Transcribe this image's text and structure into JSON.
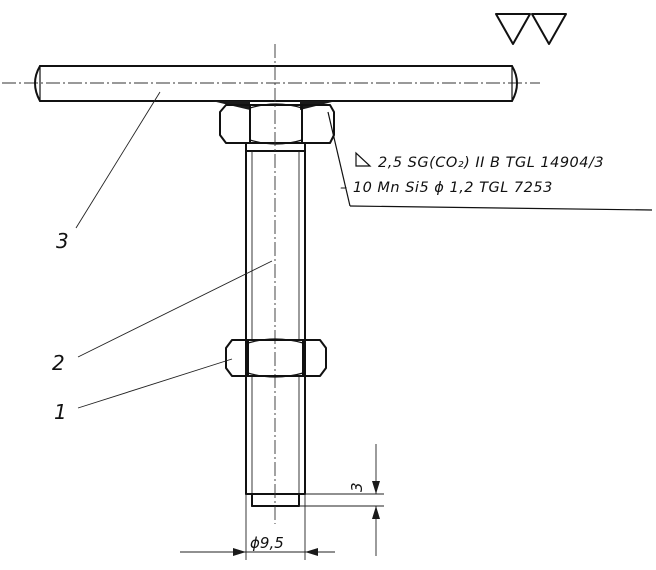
{
  "surface_symbol": "▽▽",
  "weld_note": {
    "line1": "2,5 SG(CO₂) II B TGL 14904/3",
    "line2": "– 10 Mn Si5  ϕ 1,2  TGL 7253"
  },
  "position_labels": [
    "3",
    "2",
    "1"
  ],
  "dimensions": {
    "length": "3",
    "diameter": "ϕ9,5"
  }
}
